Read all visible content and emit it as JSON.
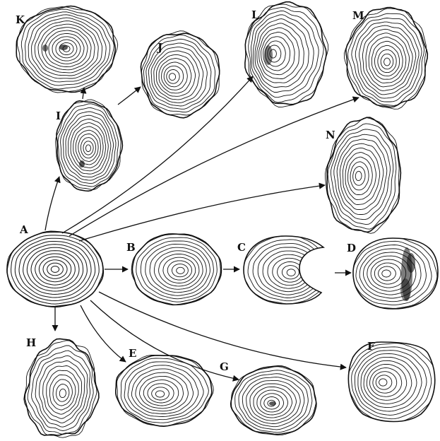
{
  "figure": {
    "labels": {
      "A": "A",
      "B": "B",
      "C": "C",
      "D": "D",
      "E": "E",
      "F": "F",
      "G": "G",
      "H": "H",
      "I": "I",
      "J": "J",
      "K": "K",
      "L": "L",
      "M": "M",
      "N": "N"
    },
    "ink_color": "#111111",
    "background_color": "#ffffff"
  }
}
